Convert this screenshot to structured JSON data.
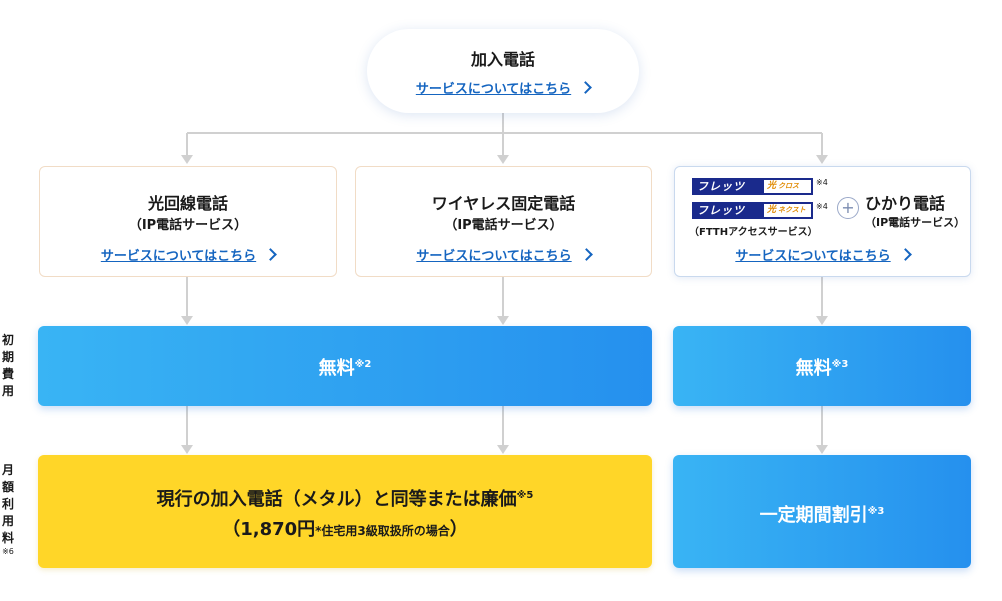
{
  "top": {
    "title": "加入電話",
    "link": "サービスについてはこちら"
  },
  "cards": [
    {
      "title": "光回線電話",
      "subtitle": "（IP電話サービス）",
      "link": "サービスについてはこちら"
    },
    {
      "title": "ワイヤレス固定電話",
      "subtitle": "（IP電話サービス）",
      "link": "サービスについてはこちら"
    },
    {
      "logo1_brand": "フレッツ",
      "logo1_sub": "光",
      "logo1_kana": "クロス",
      "logo2_brand": "フレッツ",
      "logo2_sub": "光",
      "logo2_kana": "ネクスト",
      "note": "※4",
      "ftth": "（FTTHアクセスサービス）",
      "plus": "+",
      "title": "ひかり電話",
      "subtitle": "（IP電話サービス）",
      "link": "サービスについてはこちら"
    }
  ],
  "initial_fee": {
    "label": "初期費用",
    "left": {
      "text": "無料",
      "note": "※2"
    },
    "right": {
      "text": "無料",
      "note": "※3"
    }
  },
  "monthly_fee": {
    "label": "月額利用料",
    "label_note": "※6",
    "left": {
      "line1": "現行の加入電話（メタル）と同等または廉価",
      "note": "※5",
      "line2a": "（1,870円",
      "line2b": "*住宅用3級取扱所の場合",
      "line2c": "）"
    },
    "right": {
      "text": "一定期間割引",
      "note": "※3"
    }
  },
  "colors": {
    "blue_start": "#39b4f4",
    "blue_end": "#2590ee",
    "yellow": "#ffd628",
    "link": "#1565c0",
    "connector": "#d0d0d0"
  }
}
